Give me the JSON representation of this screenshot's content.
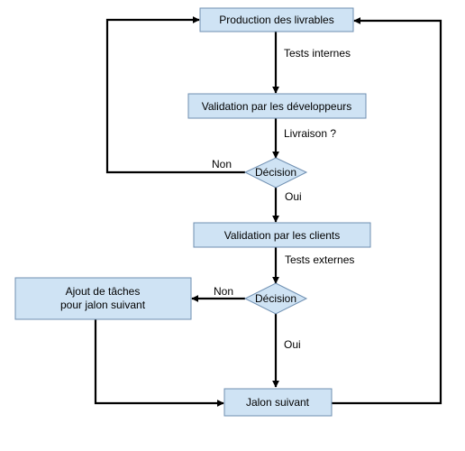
{
  "diagram": {
    "nodes": {
      "production": "Production des livrables",
      "validation_dev": "Validation par les développeurs",
      "decision_1": "Décision",
      "validation_clients": "Validation par les clients",
      "decision_2": "Décision",
      "ajout_line1": "Ajout de tâches",
      "ajout_line2": "pour jalon suivant",
      "jalon": "Jalon suivant"
    },
    "edges": {
      "tests_internes": "Tests internes",
      "livraison": "Livraison ?",
      "non_1": "Non",
      "oui_1": "Oui",
      "tests_externes": "Tests externes",
      "non_2": "Non",
      "oui_2": "Oui"
    }
  }
}
